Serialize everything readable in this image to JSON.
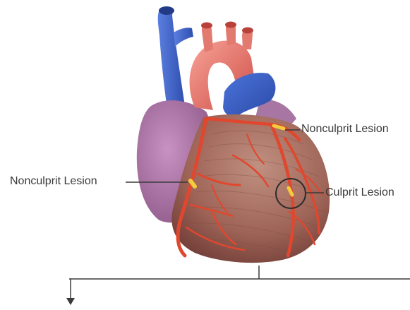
{
  "labels": {
    "nonculprit_left": "Nonculprit Lesion",
    "nonculprit_top": "Nonculprit Lesion",
    "culprit": "Culprit Lesion"
  },
  "colors": {
    "vena_cava": "#3e62c9",
    "aorta": "#e8736b",
    "left_atrium": "#ad74a6",
    "ventricle": "#9e6457",
    "coronary_artery": "#e0472e",
    "lesion": "#f5cb3c",
    "leader_line": "#3a3a3a"
  },
  "icons": [
    "down-arrow-icon"
  ]
}
